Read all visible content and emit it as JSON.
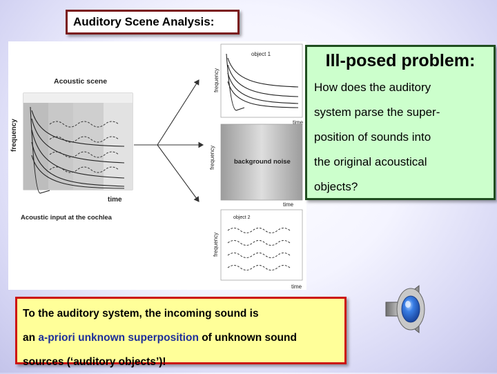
{
  "title": "Auditory Scene Analysis:",
  "figure": {
    "acoustic_scene_label": "Acoustic scene",
    "frequency_label": "frequency",
    "time_label": "time",
    "cochlea_label": "Acoustic input at the cochlea",
    "object1_label": "object 1",
    "background_label": "background noise",
    "object2_label": "object 2"
  },
  "ill_posed": {
    "heading": "Ill-posed problem:",
    "body_lines": [
      "How does the auditory",
      "system parse the super-",
      "position of sounds into",
      "the original acoustical",
      "objects?"
    ]
  },
  "bottom": {
    "line1": "To the auditory system, the incoming sound is",
    "line2_pre": "an ",
    "line2_highlight": "a-priori unknown superposition",
    "line2_post": " of unknown sound",
    "line3": "sources (‘auditory objects’)!"
  },
  "icons": {
    "speaker": "speaker-icon"
  },
  "colors": {
    "title_border": "#7a1a1a",
    "green_box": "#ccffcc",
    "yellow_box": "#ffff99",
    "red_border": "#cc1111",
    "highlight_text": "#1e2f9a"
  }
}
